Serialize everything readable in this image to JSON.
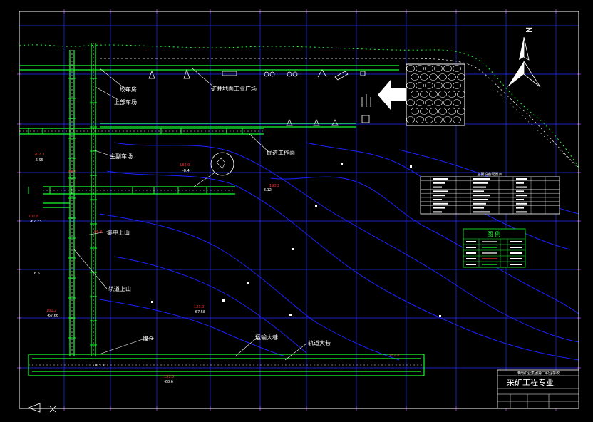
{
  "drawing": {
    "colors": {
      "background": "#000000",
      "frame": "#ffffff",
      "grid": "#2030ff",
      "contour": "#1a22ff",
      "roadway": "#18ff30",
      "label": "#ffffff",
      "marker": "#ff3030"
    },
    "labels": {
      "jiaoche_fang": "绞车房",
      "shangbu_cheching": "上部车场",
      "mine_office": "矿井地面工业广场",
      "zhushaft_cheching": "主副车场",
      "jizhong_upmine": "集中上山",
      "sloping_gate": "轨道上山",
      "yuncang": "运输大巷",
      "guidao_daxiang": "轨道大巷",
      "jizhong_gongzuomian": "掘进工作面",
      "cangku": "煤仓"
    },
    "north_symbol": "N",
    "equipment_table_title": "主要设备配置表",
    "legend_title": "图 例",
    "title_block": {
      "school": "淮南矿业集团第二职业学校",
      "major": "采矿工程专业"
    }
  }
}
